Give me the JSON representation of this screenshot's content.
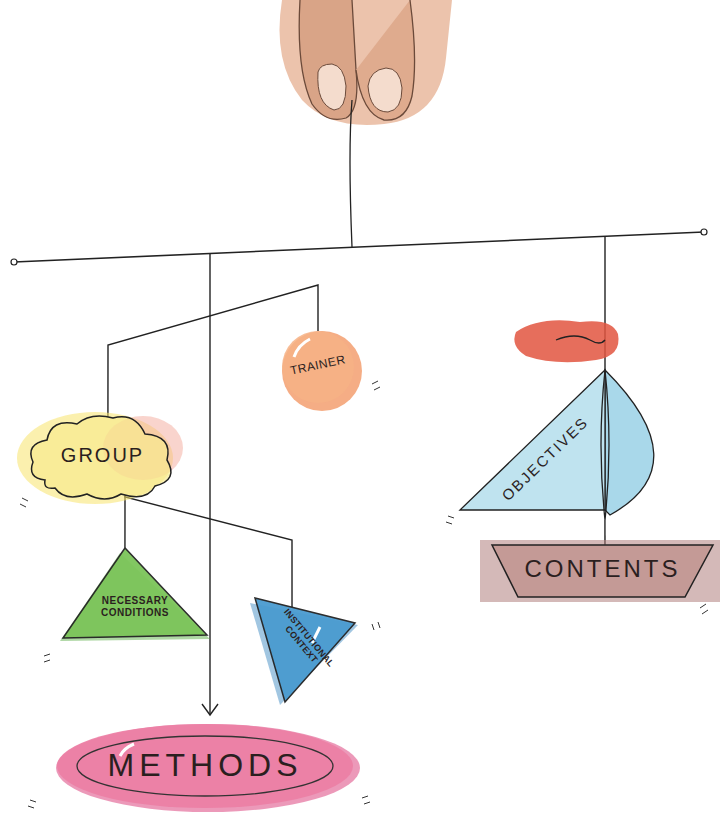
{
  "diagram": {
    "nodes": [
      {
        "text": [
          "GROUP"
        ]
      },
      {
        "text": [
          "TRAINER"
        ]
      },
      {
        "text": [
          "OBJECTIVES"
        ]
      },
      {
        "text": [
          "NECESSARY CONDITIONS"
        ]
      },
      {
        "text": [
          "INSTITUTIONAL CONTEXT"
        ]
      },
      {
        "text": [
          "CONTENTS"
        ]
      },
      {
        "text": [
          "METHODS"
        ]
      }
    ],
    "edges": [
      {
        "from": 1,
        "to": 0,
        "arrow": "none"
      },
      {
        "from": 0,
        "to": 3,
        "arrow": "none"
      },
      {
        "from": 0,
        "to": 4,
        "arrow": "none"
      },
      {
        "from": 2,
        "to": 5,
        "arrow": "none"
      }
    ]
  }
}
